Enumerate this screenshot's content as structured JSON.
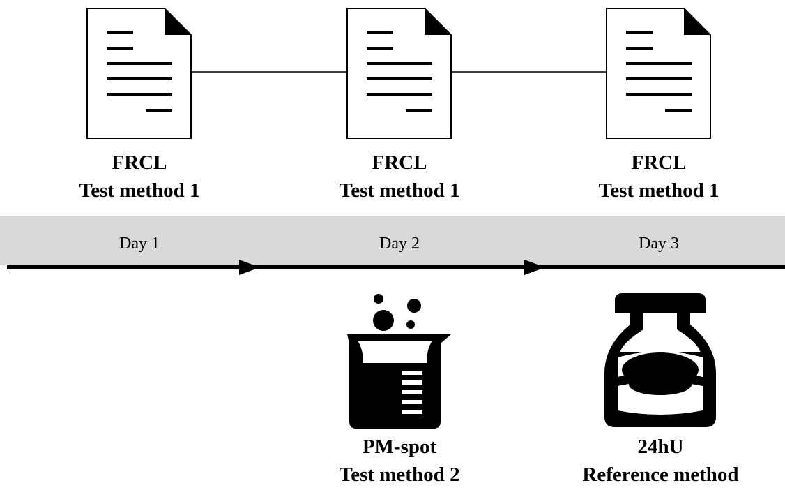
{
  "documents": [
    {
      "title": "FRCL",
      "subtitle": "Test method 1",
      "icon": "document-icon"
    },
    {
      "title": "FRCL",
      "subtitle": "Test method 1",
      "icon": "document-icon"
    },
    {
      "title": "FRCL",
      "subtitle": "Test method 1",
      "icon": "document-icon"
    }
  ],
  "timeline": {
    "days": [
      "Day 1",
      "Day 2",
      "Day 3"
    ],
    "band_color": "#d9d9d9"
  },
  "lower_items": [
    {
      "title": "PM-spot",
      "subtitle": "Test method 2",
      "icon": "beaker-icon"
    },
    {
      "title": "24hU",
      "subtitle": "Reference method",
      "icon": "collection-bottle-icon"
    }
  ]
}
